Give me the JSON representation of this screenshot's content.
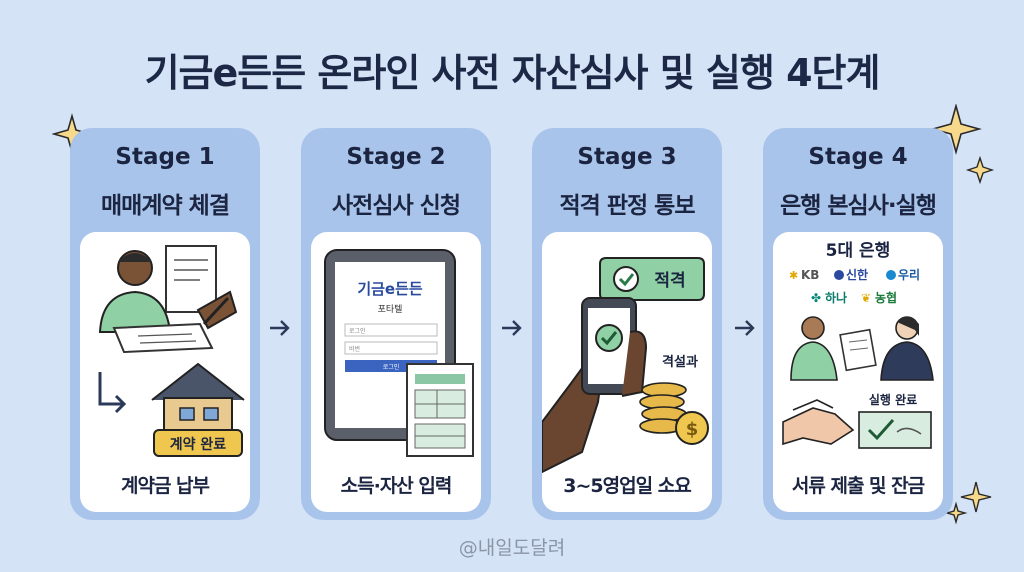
{
  "title": "기금e든든 온라인 사전 자산심사 및 실행 4단계",
  "stages": [
    {
      "stage": "Stage 1",
      "subtitle": "매매계약 체결",
      "badge": "계약 완료",
      "footer": "계약금 납부"
    },
    {
      "stage": "Stage 2",
      "subtitle": "사전심사 신청",
      "portal_name": "기금e든든",
      "portal_sub": "포타텔",
      "field1": "로그인",
      "field2": "비번",
      "login_button": "로그인",
      "footer": "소득·자산 입력"
    },
    {
      "stage": "Stage 3",
      "subtitle": "적격 판정 통보",
      "bubble": "적격",
      "result_label": "격설과",
      "footer": "3~5영업일 소요"
    },
    {
      "stage": "Stage 4",
      "subtitle": "은행 본심사·실행",
      "banks_title": "5대 은행",
      "banks": [
        "KB",
        "신한",
        "우리",
        "하나",
        "농협"
      ],
      "done_label": "실행 완료",
      "footer": "서류 제출 및 잔금"
    }
  ],
  "credit": "@내일도달려",
  "colors": {
    "background": "#d4e3f6",
    "card": "#a9c4ea",
    "title": "#1c2846",
    "accent_green": "#6fb58a",
    "gold": "#e7b94a"
  }
}
